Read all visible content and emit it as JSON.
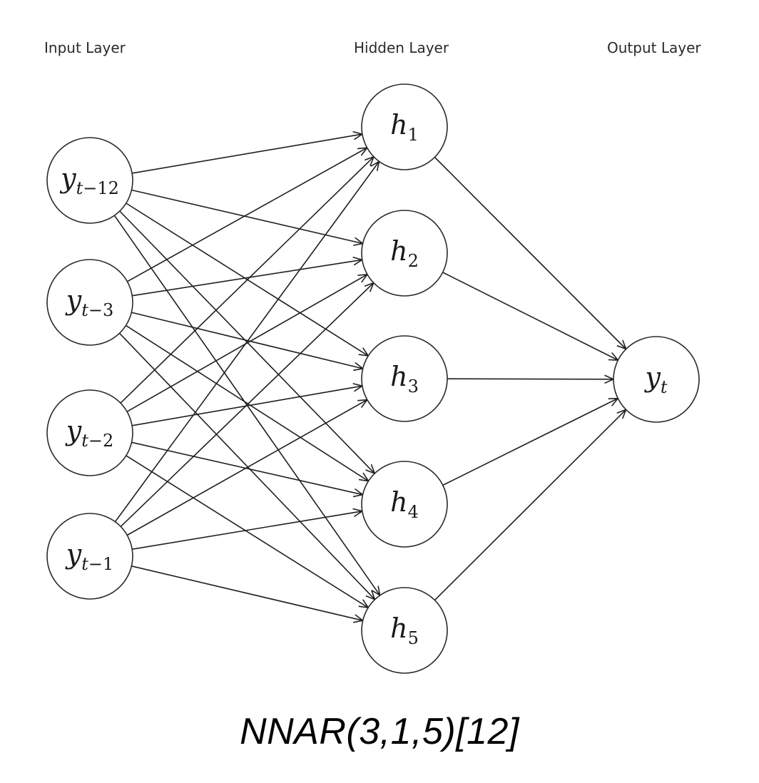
{
  "layer_labels": {
    "input": "Input Layer",
    "hidden": "Hidden Layer",
    "output": "Output Layer"
  },
  "input_nodes": [
    {
      "id": "yt-12",
      "main": "y",
      "sub": "t−12"
    },
    {
      "id": "yt-3",
      "main": "y",
      "sub": "t−3"
    },
    {
      "id": "yt-2",
      "main": "y",
      "sub": "t−2"
    },
    {
      "id": "yt-1",
      "main": "y",
      "sub": "t−1"
    }
  ],
  "hidden_nodes": [
    {
      "id": "h1",
      "main": "h",
      "sub": "1"
    },
    {
      "id": "h2",
      "main": "h",
      "sub": "2"
    },
    {
      "id": "h3",
      "main": "h",
      "sub": "3"
    },
    {
      "id": "h4",
      "main": "h",
      "sub": "4"
    },
    {
      "id": "h5",
      "main": "h",
      "sub": "5"
    }
  ],
  "output_nodes": [
    {
      "id": "yt",
      "main": "y",
      "sub": "t"
    }
  ],
  "edges": [
    {
      "from": "yt-12",
      "to": "h1"
    },
    {
      "from": "yt-12",
      "to": "h2"
    },
    {
      "from": "yt-12",
      "to": "h3"
    },
    {
      "from": "yt-12",
      "to": "h4"
    },
    {
      "from": "yt-12",
      "to": "h5"
    },
    {
      "from": "yt-3",
      "to": "h1"
    },
    {
      "from": "yt-3",
      "to": "h2"
    },
    {
      "from": "yt-3",
      "to": "h3"
    },
    {
      "from": "yt-3",
      "to": "h4"
    },
    {
      "from": "yt-3",
      "to": "h5"
    },
    {
      "from": "yt-2",
      "to": "h1"
    },
    {
      "from": "yt-2",
      "to": "h2"
    },
    {
      "from": "yt-2",
      "to": "h3"
    },
    {
      "from": "yt-2",
      "to": "h4"
    },
    {
      "from": "yt-2",
      "to": "h5"
    },
    {
      "from": "yt-1",
      "to": "h1"
    },
    {
      "from": "yt-1",
      "to": "h2"
    },
    {
      "from": "yt-1",
      "to": "h3"
    },
    {
      "from": "yt-1",
      "to": "h4"
    },
    {
      "from": "yt-1",
      "to": "h5"
    },
    {
      "from": "h1",
      "to": "yt"
    },
    {
      "from": "h2",
      "to": "yt"
    },
    {
      "from": "h3",
      "to": "yt"
    },
    {
      "from": "h4",
      "to": "yt"
    },
    {
      "from": "h5",
      "to": "yt"
    }
  ],
  "caption": "NNAR(3,1,5)[12]"
}
